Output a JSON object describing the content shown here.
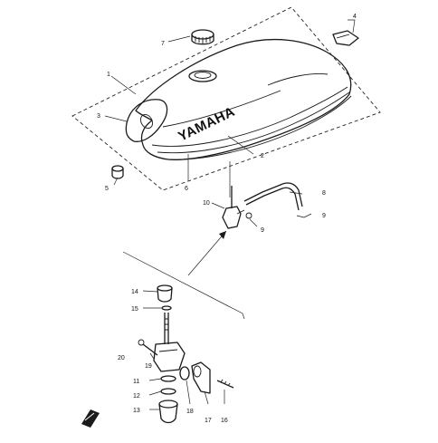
{
  "diagram": {
    "brand_text": "YAMAHA",
    "callouts": {
      "c1": "1",
      "c2": "2",
      "c3": "3",
      "c4": "4",
      "c5": "5",
      "c6": "6",
      "c7": "7",
      "c8": "8",
      "c9a": "9",
      "c9b": "9",
      "c10": "10",
      "c11": "11",
      "c12": "12",
      "c13": "13",
      "c14": "14",
      "c15": "15",
      "c16": "16",
      "c17": "17",
      "c18": "18",
      "c19": "19",
      "c20": "20"
    },
    "colors": {
      "ink": "#1a1a1a",
      "paper": "#ffffff"
    }
  }
}
